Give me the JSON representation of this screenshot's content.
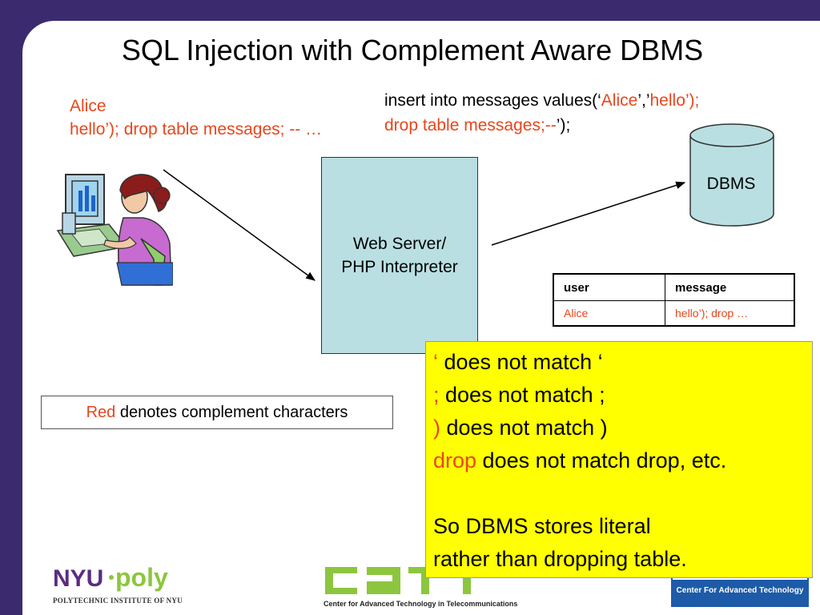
{
  "title": "SQL Injection with Complement Aware DBMS",
  "input": {
    "name": "Alice",
    "message": "hello’); drop table messages; -- …"
  },
  "query": {
    "part1": "insert into messages values(‘",
    "name": "Alice",
    "part2": "’,’",
    "msg1": "hello’);",
    "msg2": "drop table messages;--",
    "part3": "’);"
  },
  "server": {
    "line1": "Web Server/",
    "line2": "PHP Interpreter"
  },
  "dbms": {
    "label": "DBMS"
  },
  "table": {
    "headers": [
      "user",
      "message"
    ],
    "row": [
      "Alice",
      "hello’); drop …"
    ]
  },
  "note": {
    "red": "Red",
    "rest": " denotes complement characters"
  },
  "explanation": [
    {
      "red": "‘",
      "rest": " does not match ‘"
    },
    {
      "red": ";",
      "rest": " does not match ;"
    },
    {
      "red": ")",
      "rest": " does not match )"
    },
    {
      "red": "drop",
      "rest": " does not match drop, etc."
    }
  ],
  "conclusion": {
    "line1": "So DBMS stores literal",
    "line2": "rather than dropping table."
  },
  "logos": {
    "nyu_poly": "NYU·poly",
    "nyu_sub": "POLYTECHNIC INSTITUTE OF NYU",
    "catt_sub": "Center for Advanced Technology in Telecommunications",
    "badge": "Center For Advanced Technology"
  },
  "colors": {
    "complement_red": "#e8461c",
    "highlight_yellow": "#ffff00",
    "server_fill": "#b9dfe3",
    "frame_purple": "#3b2a6e"
  }
}
